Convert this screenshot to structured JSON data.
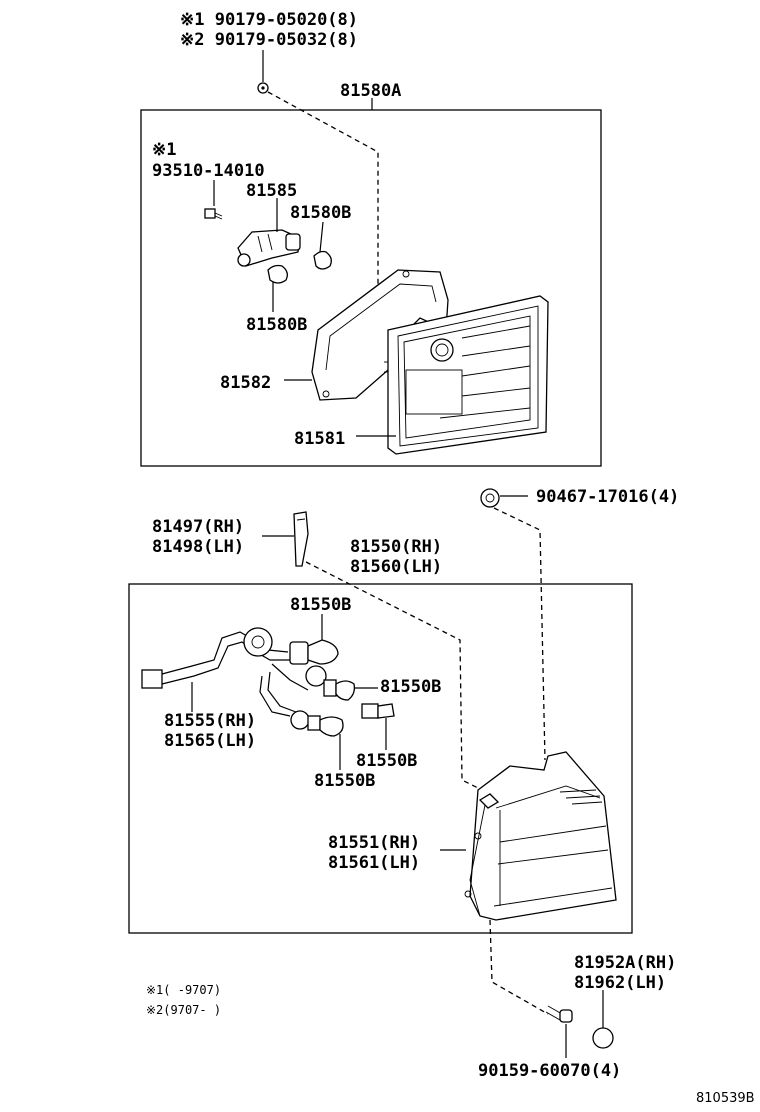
{
  "diagram": {
    "reference_code": "810539B",
    "top_screw": {
      "line1": "※1 90179-05020(8)",
      "line2": "※2 90179-05032(8)"
    },
    "upper_assembly": {
      "assembly": "81580A",
      "note_mark": "※1",
      "screw": "93510-14010",
      "socket": "81585",
      "bulb_right": "81580B",
      "bulb_lower": "81580B",
      "gasket": "81582",
      "lens": "81581"
    },
    "grommet": "90467-17016(4)",
    "cover": {
      "rh": "81497(RH)",
      "lh": "81498(LH)"
    },
    "lower_assembly": {
      "assembly_rh": "81550(RH)",
      "assembly_lh": "81560(LH)",
      "bulb_top": "81550B",
      "bulb_mid": "81550B",
      "bulb_right_low": "81550B",
      "bulb_bottom": "81550B",
      "wiring_rh": "81555(RH)",
      "wiring_lh": "81565(LH)",
      "lens_rh": "81551(RH)",
      "lens_lh": "81561(LH)"
    },
    "reflector": {
      "rh": "81952A(RH)",
      "lh": "81962(LH)"
    },
    "bottom_screw": "90159-60070(4)",
    "notes": {
      "note1": "※1(    -9707)",
      "note2": "※2(9707-    )"
    }
  }
}
